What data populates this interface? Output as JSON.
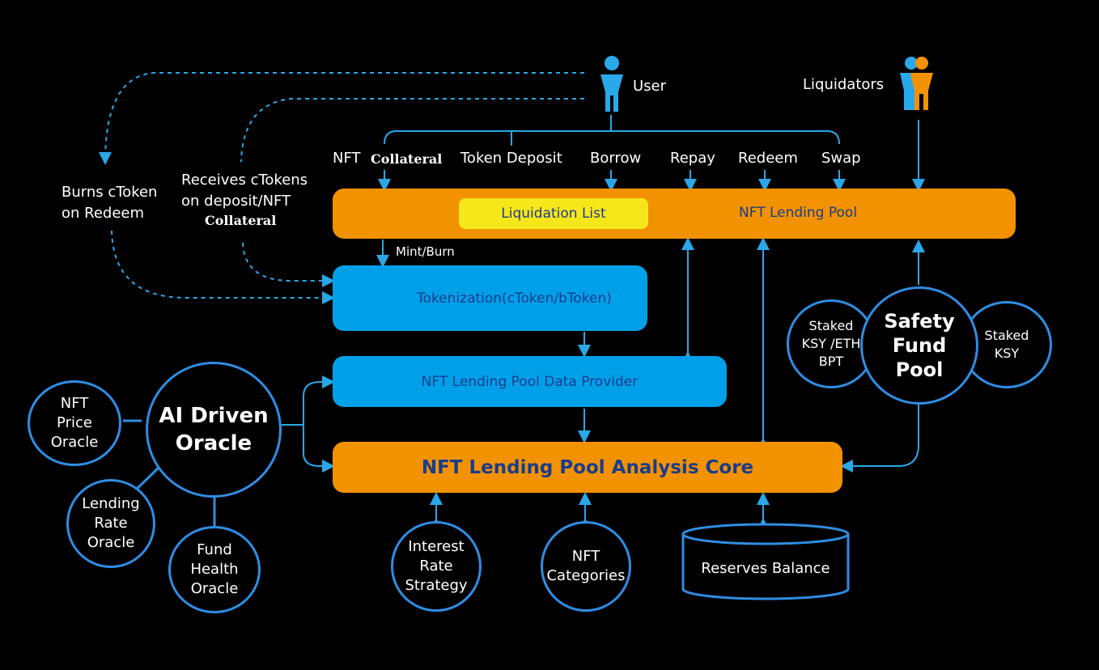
{
  "actors": {
    "user": "User",
    "liquidators": "Liquidators"
  },
  "actions": {
    "nft": "NFT",
    "collateral": "Collateral",
    "token_deposit": "Token Deposit",
    "borrow": "Borrow",
    "repay": "Repay",
    "redeem": "Redeem",
    "swap": "Swap"
  },
  "notes": {
    "burns": "Burns cToken\non Redeem",
    "receives": "Receives cTokens\non deposit/NFT",
    "receives_collateral": "Collateral",
    "mint_burn": "Mint/Burn"
  },
  "pool": {
    "liquidation_list": "Liquidation List",
    "label": "NFT Lending Pool"
  },
  "tokenization": "Tokenization(cToken/bToken)",
  "data_provider": "NFT Lending Pool Data Provider",
  "analysis_core": "NFT Lending Pool Analysis Core",
  "oracle": {
    "main": "AI Driven\nOracle",
    "price": "NFT\nPrice\nOracle",
    "lending_rate": "Lending\nRate\nOracle",
    "fund_health": "Fund\nHealth\nOracle"
  },
  "safety": {
    "main": "Safety\nFund\nPool",
    "staked_bpt": "Staked\nKSY /ETH\nBPT",
    "staked_ksy": "Staked\nKSY"
  },
  "bottom": {
    "interest_rate": "Interest\nRate\nStrategy",
    "nft_categories": "NFT\nCategories",
    "reserves": "Reserves Balance"
  },
  "colors": {
    "orange": "#f39200",
    "blue": "#00a0e9",
    "yellow": "#f6e71b",
    "line": "#2f8de4",
    "arrow": "#2aa7e8"
  }
}
